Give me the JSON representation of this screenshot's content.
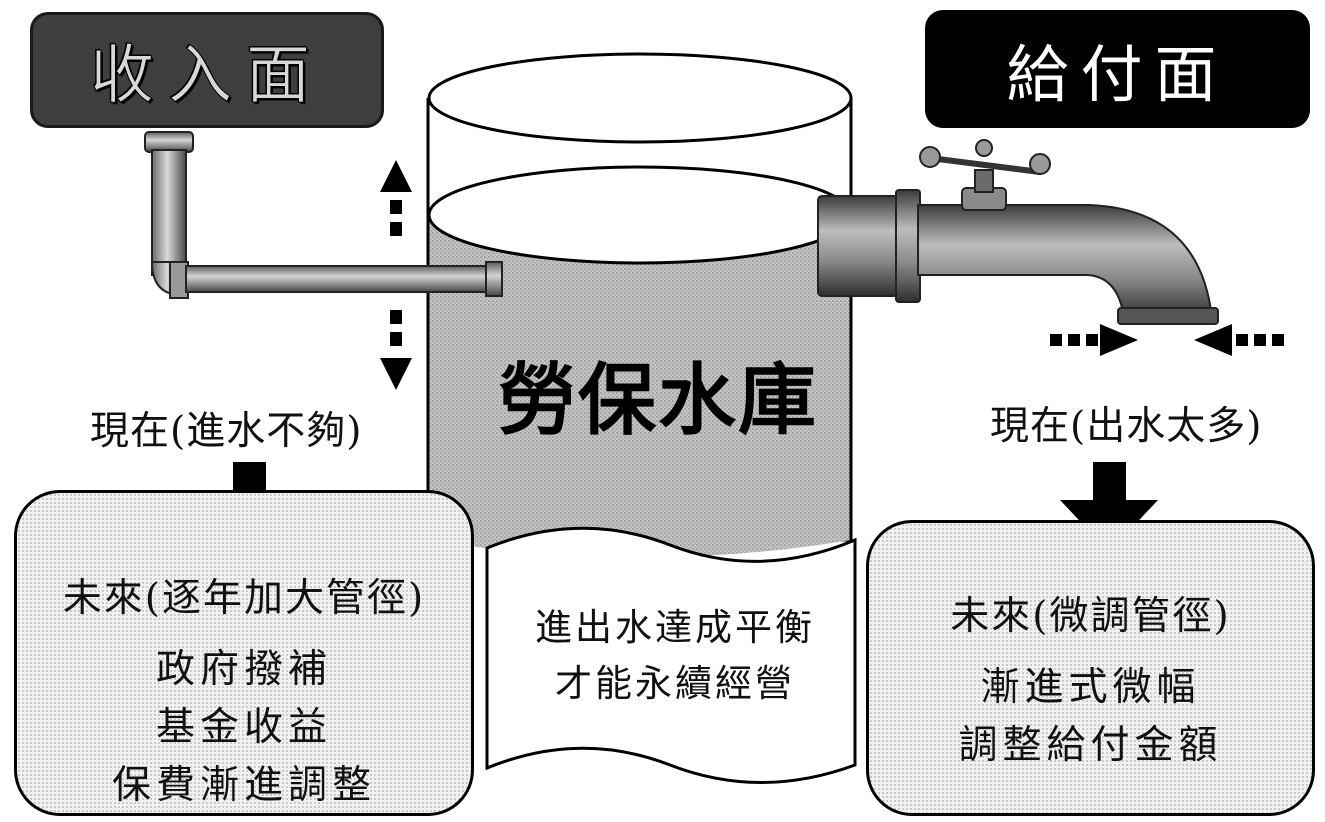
{
  "headers": {
    "income": "收入面",
    "payout": "給付面"
  },
  "reservoir": {
    "label": "勞保水庫"
  },
  "left": {
    "caption": "現在(進水不夠)",
    "panel_title": "未來(逐年加大管徑)",
    "items": [
      "政府撥補",
      "基金收益",
      "保費漸進調整"
    ]
  },
  "right": {
    "caption": "現在(出水太多)",
    "panel_title": "未來(微調管徑)",
    "items": [
      "漸進式微幅",
      "調整給付金額"
    ]
  },
  "scroll": {
    "lines": [
      "進出水達成平衡",
      "才能永續經營"
    ]
  },
  "colors": {
    "income_header_bg": "#3e3e3e",
    "payout_header_bg": "#000000",
    "water": "#b8b8b8",
    "panel_bg": "#f1f1f1"
  }
}
